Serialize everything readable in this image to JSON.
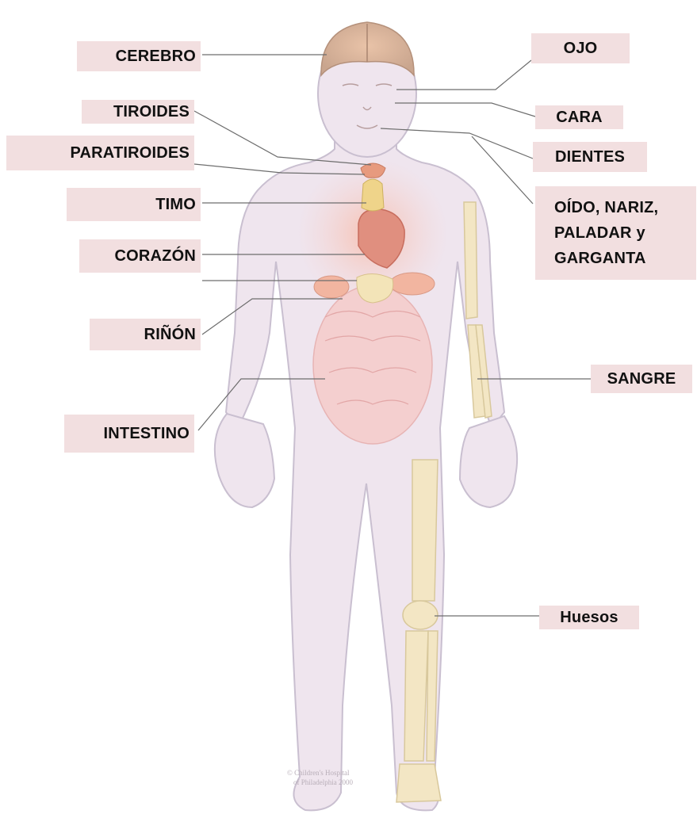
{
  "labels": {
    "cerebro": "CEREBRO",
    "tiroides": "TIROIDES",
    "paratiroides": "PARATIROIDES",
    "timo": "TIMO",
    "corazon": "CORAZÓN",
    "rinon": "RIÑÓN",
    "intestino": "INTESTINO",
    "ojo": "OJO",
    "cara": "CARA",
    "dientes": "DIENTES",
    "oido_line1": "OÍDO, NARIZ,",
    "oido_line2": "PALADAR y",
    "oido_line3": "GARGANTA",
    "sangre": "SANGRE",
    "huesos": "Huesos"
  },
  "watermark": {
    "line1": "© Children's Hospital",
    "line2": "of Philadelphia 2000"
  },
  "colors": {
    "label_bg": "#f2dfe0",
    "leader_line": "#6d6d6d",
    "skin": "#efe5ee",
    "skin_outline": "#c9bfd0",
    "bone": "#f3e6c4",
    "heart": "#e08f7f",
    "thyroid": "#efd48a"
  }
}
